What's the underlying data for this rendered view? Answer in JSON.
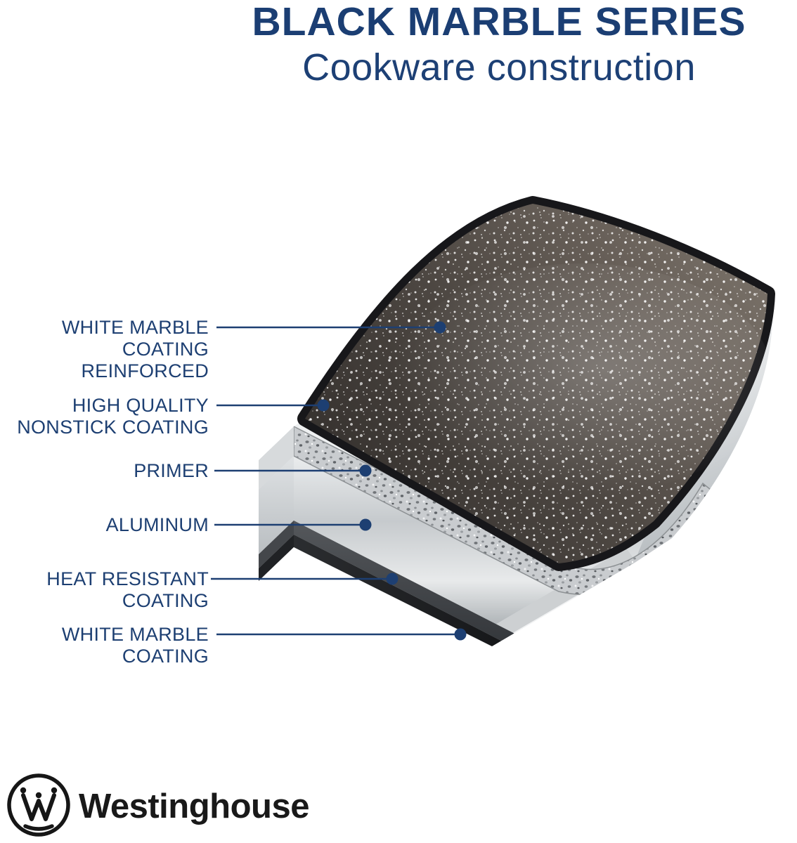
{
  "title": {
    "line1": "BLACK MARBLE SERIES",
    "line2": "Cookware construction"
  },
  "labels": [
    {
      "name": "white-marble-coating-reinforced",
      "lines": [
        "WHITE MARBLE",
        "COATING REINFORCED"
      ]
    },
    {
      "name": "high-quality-nonstick-coating",
      "lines": [
        "HIGH QUALITY",
        "NONSTICK COATING"
      ]
    },
    {
      "name": "primer",
      "lines": [
        "PRIMER"
      ]
    },
    {
      "name": "aluminum",
      "lines": [
        "ALUMINUM"
      ]
    },
    {
      "name": "heat-resistant-coating",
      "lines": [
        "HEAT RESISTANT COATING"
      ]
    },
    {
      "name": "white-marble-coating",
      "lines": [
        "WHITE MARBLE COATING"
      ]
    }
  ],
  "brand": {
    "name": "Westinghouse",
    "icon": "westinghouse-w-circle-icon"
  },
  "colors": {
    "accent_navy": "#1d3f72",
    "title_navy": "#1b3e73",
    "logo_black": "#191919",
    "sheet_dark": "#3a3531",
    "aluminum_light": "#e8eaeb"
  }
}
